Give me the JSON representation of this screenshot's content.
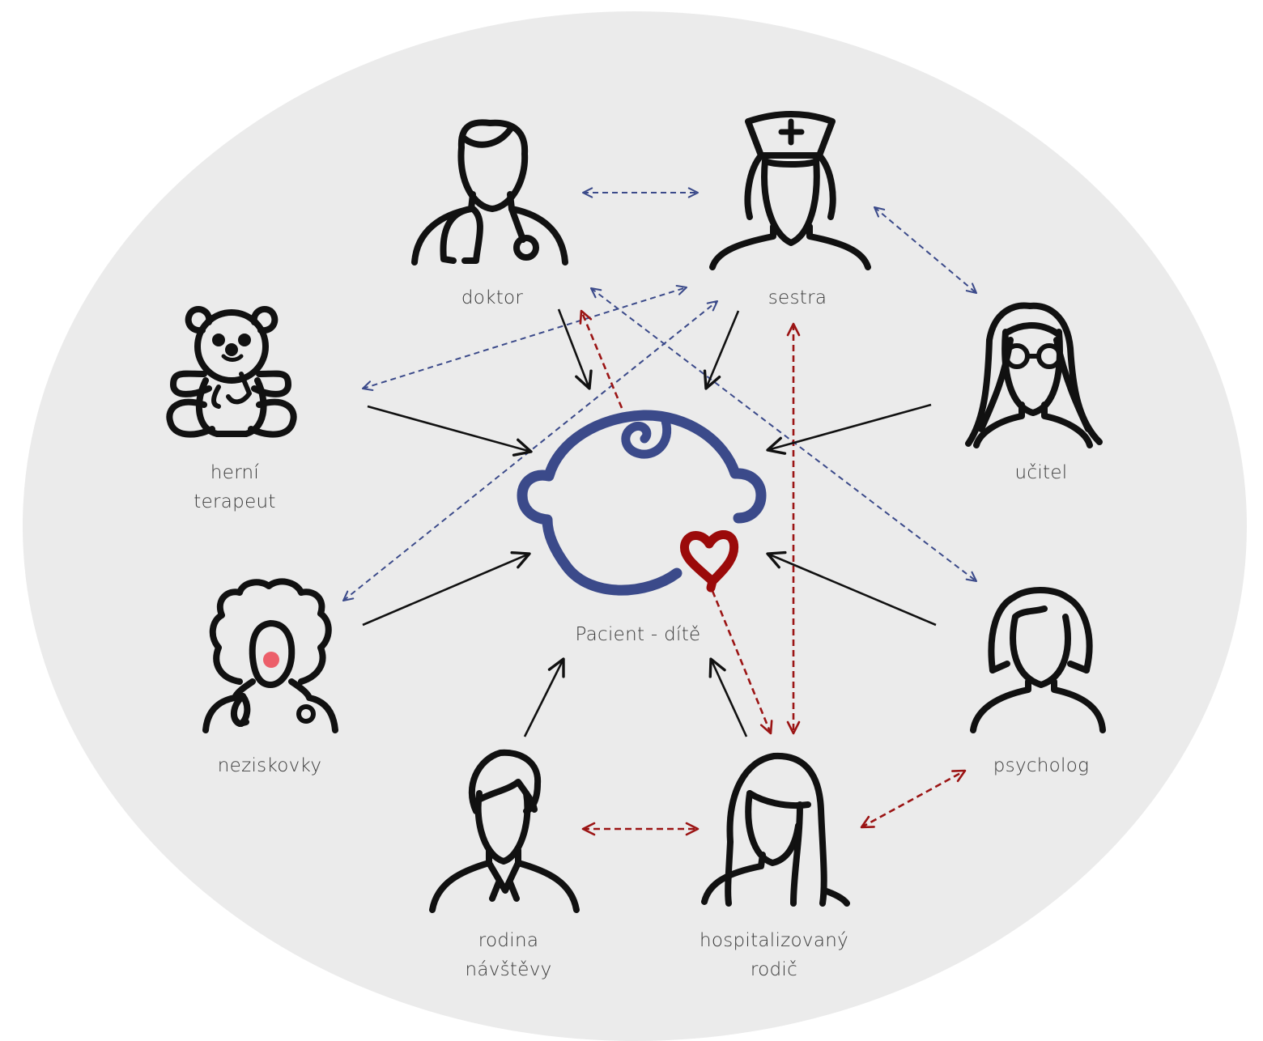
{
  "diagram": {
    "colors": {
      "background_ellipse": "#ebebeb",
      "icon_stroke": "#111111",
      "child_head": "#3b4a8a",
      "heart": "#9b0a0a",
      "nonprofit_nose": "#ec5f6a",
      "blue_dashed": "#3b4a8a",
      "red_dashed": "#9b1414",
      "solid_arrow": "#111111"
    },
    "center": {
      "label": "Pacient - dítě",
      "icon": "baby-head-with-heart-icon"
    },
    "actors": {
      "doktor": {
        "label": "doktor",
        "icon": "doctor-stethoscope-icon"
      },
      "sestra": {
        "label": "sestra",
        "icon": "nurse-cap-icon"
      },
      "ucitel": {
        "label": "učitel",
        "icon": "teacher-glasses-icon"
      },
      "herni_terapeut": {
        "label_line1": "herní",
        "label_line2": "terapeut",
        "icon": "teddy-bear-icon"
      },
      "neziskovky": {
        "label": "neziskovky",
        "icon": "clown-icon"
      },
      "psycholog": {
        "label": "psycholog",
        "icon": "psychologist-icon"
      },
      "rodina": {
        "label_line1": "rodina",
        "label_line2": "návštěvy",
        "icon": "family-visitor-icon"
      },
      "rodic": {
        "label_line1": "hospitalizovaný",
        "label_line2": "rodič",
        "icon": "hospitalized-parent-icon"
      }
    },
    "connections": {
      "solid_to_patient": [
        "doktor",
        "sestra",
        "herni_terapeut",
        "ucitel",
        "neziskovky",
        "psycholog",
        "rodina",
        "rodic"
      ],
      "blue_dashed_bidirectional": [
        [
          "doktor",
          "sestra"
        ],
        [
          "sestra",
          "ucitel"
        ],
        [
          "sestra",
          "herni_terapeut"
        ],
        [
          "sestra",
          "neziskovky"
        ],
        [
          "doktor",
          "psycholog"
        ]
      ],
      "red_dashed": [
        {
          "from": "patient",
          "to": "doktor",
          "type": "one-way"
        },
        {
          "from": "patient",
          "to": "rodic",
          "type": "one-way"
        },
        {
          "from": "sestra",
          "to": "rodic",
          "type": "bidirectional"
        },
        {
          "from": "rodina",
          "to": "rodic",
          "type": "bidirectional"
        },
        {
          "from": "rodic",
          "to": "psycholog",
          "type": "bidirectional"
        }
      ]
    }
  }
}
